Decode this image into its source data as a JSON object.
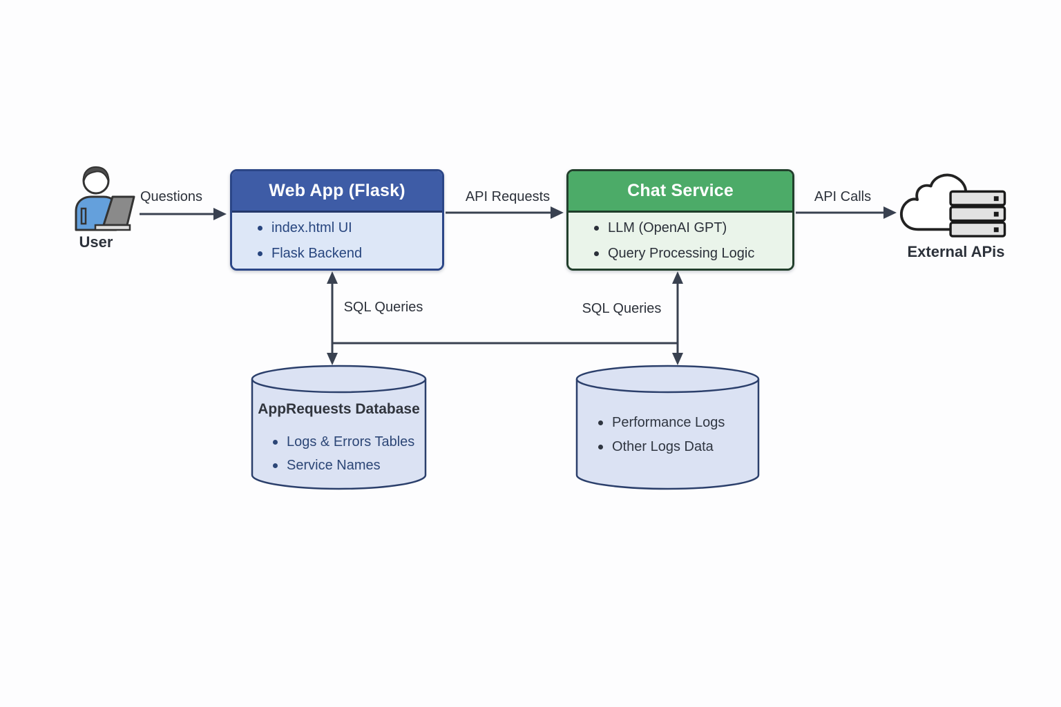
{
  "colors": {
    "web_app_header": "#3e5ca6",
    "web_app_body": "#dde7f7",
    "chat_service_header": "#4cab68",
    "chat_service_body": "#eaf4ea",
    "database_fill": "#dbe2f3",
    "database_border": "#2b3f6b",
    "connector": "#394150"
  },
  "user": {
    "label": "User"
  },
  "flows": {
    "questions": "Questions",
    "api_requests": "API Requests",
    "api_calls": "API Calls",
    "sql_queries_left": "SQL Queries",
    "sql_queries_right": "SQL Queries"
  },
  "web_app": {
    "title": "Web App (Flask)",
    "items": [
      "index.html UI",
      "Flask Backend"
    ]
  },
  "chat_service": {
    "title": "Chat Service",
    "items": [
      "LLM (OpenAI GPT)",
      "Query Processing Logic"
    ]
  },
  "external_apis": {
    "label": "External APis"
  },
  "left_database": {
    "title": "AppRequests Database",
    "items": [
      "Logs & Errors Tables",
      "Service Names"
    ]
  },
  "right_database": {
    "items": [
      "Performance Logs",
      "Other Logs Data"
    ]
  }
}
